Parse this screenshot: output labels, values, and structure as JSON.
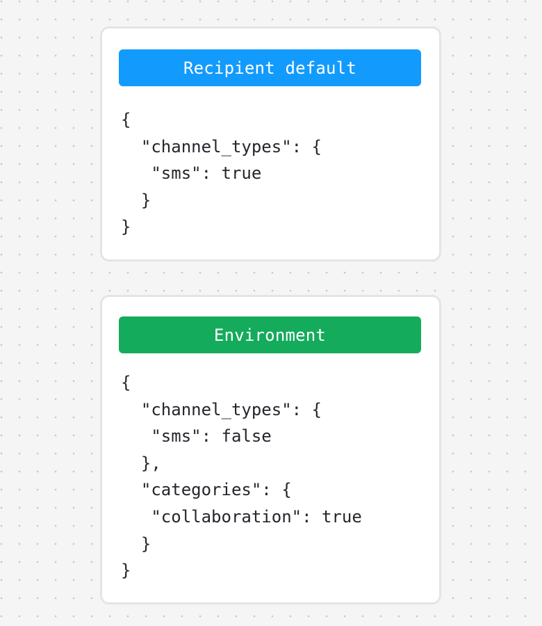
{
  "background": {
    "color": "#f5f5f5",
    "dot_color": "#c9c9c9",
    "pattern": "dot-grid"
  },
  "cards": [
    {
      "id": "recipient-default",
      "header": {
        "title": "Recipient default",
        "background_color": "#129bfc",
        "text_color": "#ffffff"
      },
      "body": {
        "language": "json",
        "lines": [
          "{",
          "  \"channel_types\": {",
          "   \"sms\": true",
          "  }",
          "}"
        ],
        "value": {
          "channel_types": {
            "sms": true
          }
        }
      }
    },
    {
      "id": "environment",
      "header": {
        "title": "Environment",
        "background_color": "#15ab5c",
        "text_color": "#ffffff"
      },
      "body": {
        "language": "json",
        "lines": [
          "{",
          "  \"channel_types\": {",
          "   \"sms\": false",
          "  },",
          "  \"categories\": {",
          "   \"collaboration\": true",
          "  }",
          "}"
        ],
        "value": {
          "channel_types": {
            "sms": false
          },
          "categories": {
            "collaboration": true
          }
        }
      }
    }
  ]
}
